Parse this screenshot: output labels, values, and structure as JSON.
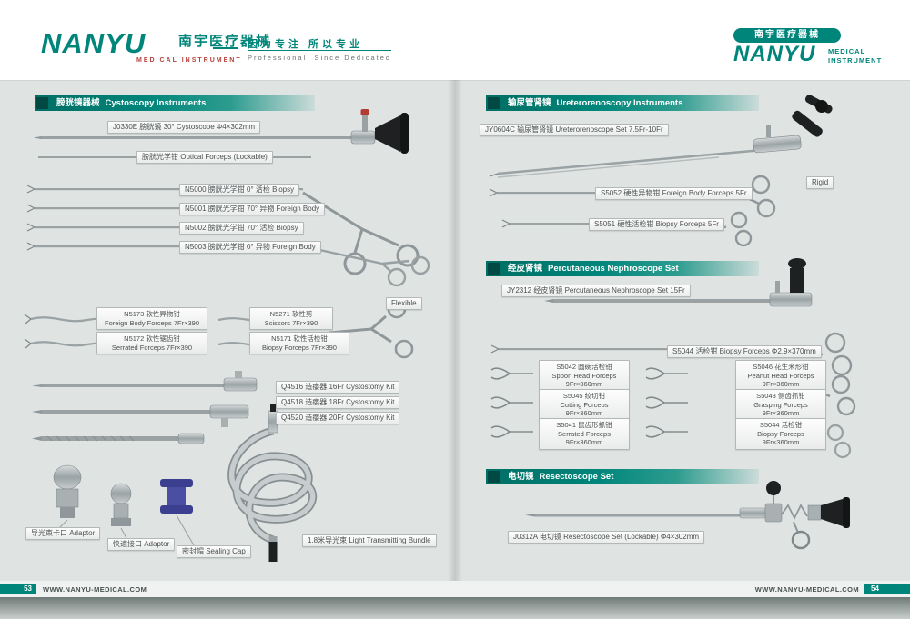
{
  "colors": {
    "brand_teal": "#00857a",
    "brand_teal_dark": "#006e63",
    "accent_red": "#b5433c",
    "page_gray": "#dfe3e2"
  },
  "header": {
    "logo_name": "NANYU",
    "logo_cn": "南宇医疗器械",
    "logo_sub": "MEDICAL  INSTRUMENT",
    "slogan_cn": "因为专注 所以专业",
    "slogan_en": "Professional, Since Dedicated",
    "right_badge_cn": "南宇医疗器械",
    "right_name": "NANYU",
    "right_sub_line1": "MEDICAL",
    "right_sub_line2": "INSTRUMENT"
  },
  "sections": {
    "cystoscopy": {
      "cn": "膀胱镜器械",
      "en": "Cystoscopy Instruments"
    },
    "uretero": {
      "cn": "输尿管肾镜",
      "en": "Ureterorenoscopy Instruments"
    },
    "nephro": {
      "cn": "经皮肾镜",
      "en": "Percutaneous Nephroscope Set"
    },
    "resecto": {
      "cn": "电切镜",
      "en": "Resectoscope Set"
    }
  },
  "labels": {
    "j0330e": {
      "lines": [
        "J0330E 膀胱镜 30°  Cystoscope  Φ4×302mm"
      ]
    },
    "optical": {
      "lines": [
        "膀胱光学钳 Optical Forceps (Lockable)"
      ]
    },
    "n5000": {
      "lines": [
        "N5000 膀胱光学钳  0°  活检 Biopsy"
      ]
    },
    "n5001": {
      "lines": [
        "N5001 膀胱光学钳 70°  异物 Foreign Body"
      ]
    },
    "n5002": {
      "lines": [
        "N5002 膀胱光学钳 70°  活检 Biopsy"
      ]
    },
    "n5003": {
      "lines": [
        "N5003 膀胱光学钳  0°  异物 Foreign Body"
      ]
    },
    "flexible_tag": {
      "lines": [
        "Flexible"
      ]
    },
    "n5173": {
      "lines": [
        "N5173 软性异物钳",
        "Foreign Body Forceps 7Fr×390"
      ]
    },
    "n5271": {
      "lines": [
        "N5271 软性剪",
        "Scissors 7Fr×390"
      ]
    },
    "n5172": {
      "lines": [
        "N5172 软性锯齿钳",
        "Serrated Forceps 7Fr×390"
      ]
    },
    "n5171": {
      "lines": [
        "N5171 软性活检钳",
        "Biopsy Forceps 7Fr×390"
      ]
    },
    "q4516": {
      "lines": [
        "Q4516 造瘘器 16Fr Cystostomy Kit"
      ]
    },
    "q4518": {
      "lines": [
        "Q4518 造瘘器 18Fr Cystostomy Kit"
      ]
    },
    "q4520": {
      "lines": [
        "Q4520 造瘘器 20Fr Cystostomy Kit"
      ]
    },
    "adaptor1": {
      "lines": [
        "导光束卡口 Adaptor"
      ]
    },
    "adaptor2": {
      "lines": [
        "快速接口 Adaptor"
      ]
    },
    "sealcap": {
      "lines": [
        "密封帽 Sealing Cap"
      ]
    },
    "lightbundle": {
      "lines": [
        "1.8米导光束  Light Transmitting Bundle"
      ]
    },
    "jy0604c": {
      "lines": [
        "JY0604C 输尿管肾镜 Ureterorenoscope Set 7.5Fr-10Fr"
      ]
    },
    "rigid_tag": {
      "lines": [
        "Rigid"
      ]
    },
    "s5052": {
      "lines": [
        "S5052 硬性异物钳 Foreign Body Forceps 5Fr"
      ]
    },
    "s5051": {
      "lines": [
        "S5051 硬性活检钳 Biopsy Forceps 5Fr"
      ]
    },
    "jy2312": {
      "lines": [
        "JY2312 经皮肾镜 Percutaneous Nephroscope Set 15Fr"
      ]
    },
    "s5044a": {
      "lines": [
        "S5044 活检钳 Biopsy Forceps Φ2.9×370mm"
      ]
    },
    "s5042": {
      "lines": [
        "S5042 圆碗活检钳",
        "Spoon Head Forceps",
        "9Fr×360mm"
      ]
    },
    "s5046": {
      "lines": [
        "S5046 花生米形钳",
        "Peanut Head Forceps",
        "9Fr×360mm"
      ]
    },
    "s5045": {
      "lines": [
        "S5045 绞切钳",
        "Cutting Forceps",
        "9Fr×360mm"
      ]
    },
    "s5043": {
      "lines": [
        "S5043 侧齿抓钳",
        "Grasping Forceps",
        "9Fr×360mm"
      ]
    },
    "s5041": {
      "lines": [
        "S5041 鼠齿形抓钳",
        "Serrated Forceps",
        "9Fr×360mm"
      ]
    },
    "s5044b": {
      "lines": [
        "S5044 活检钳",
        "Biopsy Forceps",
        "9Fr×360mm"
      ]
    },
    "j0312a": {
      "lines": [
        "J0312A 电切镜 Resectoscope Set (Lockable)  Φ4×302mm"
      ]
    }
  },
  "footer": {
    "left_page": "53",
    "left_site": "WWW.NANYU-MEDICAL.COM",
    "right_site": "WWW.NANYU-MEDICAL.COM",
    "right_page": "54"
  }
}
